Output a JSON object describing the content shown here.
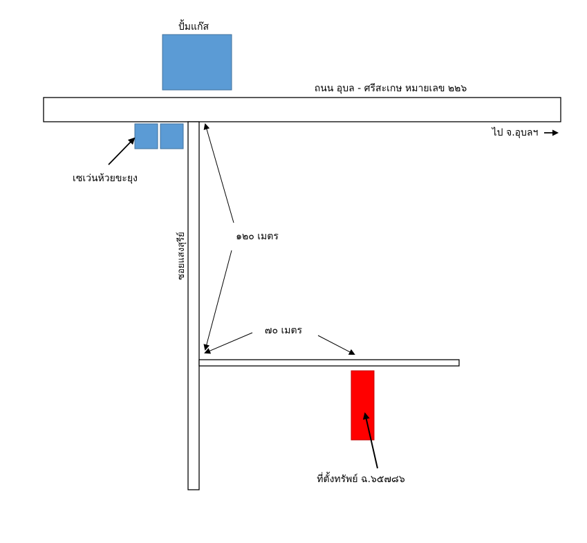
{
  "labels": {
    "gas_station": "ปั้มแก๊ส",
    "main_road": "ถนน อุบล - ศรีสะเกษ  หมายเลข ๒๒๖",
    "to_city": "ไป จ.อุบลฯ",
    "seven_eleven": "เซเว่นห้วยขะยุง",
    "soi": "ซอยแสงสุรีย์",
    "dist_120": "๑๒๐ เมตร",
    "dist_70": "๗๐ เมตร",
    "property": "ที่ตั้งทรัพย์ ฉ.๖๕๗๘๖"
  },
  "colors": {
    "building": "#5b9bd5",
    "building_border": "#41719c",
    "property": "#ff0000",
    "property_border": "#c00000",
    "road_fill": "#ffffff",
    "road_border": "#000000"
  },
  "icons": {
    "direction_arrow": "right-arrow-icon"
  }
}
